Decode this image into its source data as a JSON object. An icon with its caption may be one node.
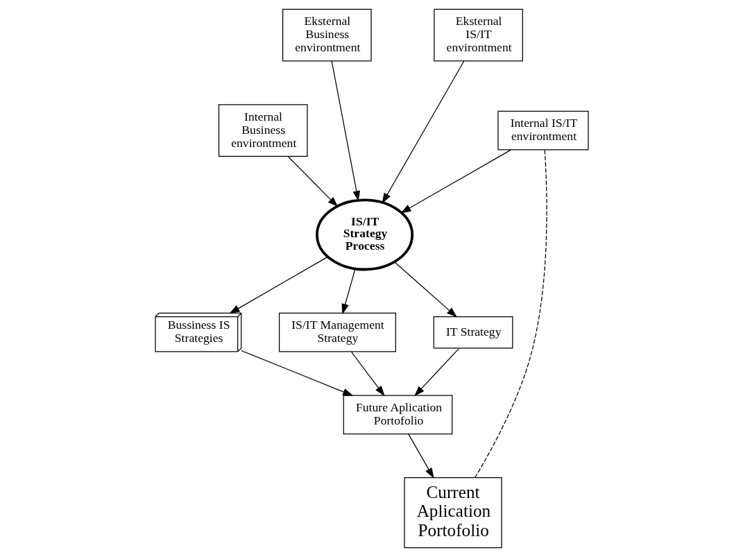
{
  "diagram": {
    "nodes": [
      {
        "text": [
          "Eksternal Business environtment"
        ]
      },
      {
        "text": [
          "Internal Business environtment"
        ]
      },
      {
        "text": [
          "Eksternal IS/IT environtment"
        ]
      },
      {
        "text": [
          "Internal IS/IT environtment"
        ]
      },
      {
        "text": [
          "IS/IT Strategy Process"
        ]
      },
      {
        "text": [
          "Current Aplication Portofolio"
        ]
      },
      {
        "text": [
          "Bussiness IS Strategies"
        ]
      },
      {
        "text": [
          "IS/IT Management Strategy"
        ]
      },
      {
        "text": [
          "IT Strategy"
        ]
      },
      {
        "text": [
          "Future Aplication Portofolio"
        ]
      }
    ],
    "edges": [
      {
        "from": 0,
        "to": 4,
        "arrow": "to"
      },
      {
        "from": 1,
        "to": 4,
        "arrow": "to"
      },
      {
        "from": 2,
        "to": 4,
        "arrow": "to"
      },
      {
        "from": 3,
        "to": 4,
        "arrow": "to"
      },
      {
        "from": 3,
        "to": 5,
        "arrow": "none",
        "style": "dashed"
      },
      {
        "from": 4,
        "to": 6,
        "arrow": "to"
      },
      {
        "from": 4,
        "to": 7,
        "arrow": "to"
      },
      {
        "from": 4,
        "to": 8,
        "arrow": "to"
      },
      {
        "from": 6,
        "to": 9,
        "arrow": "to"
      },
      {
        "from": 7,
        "to": 9,
        "arrow": "to"
      },
      {
        "from": 8,
        "to": 9,
        "arrow": "to"
      },
      {
        "from": 9,
        "to": 5,
        "arrow": "to"
      }
    ]
  }
}
